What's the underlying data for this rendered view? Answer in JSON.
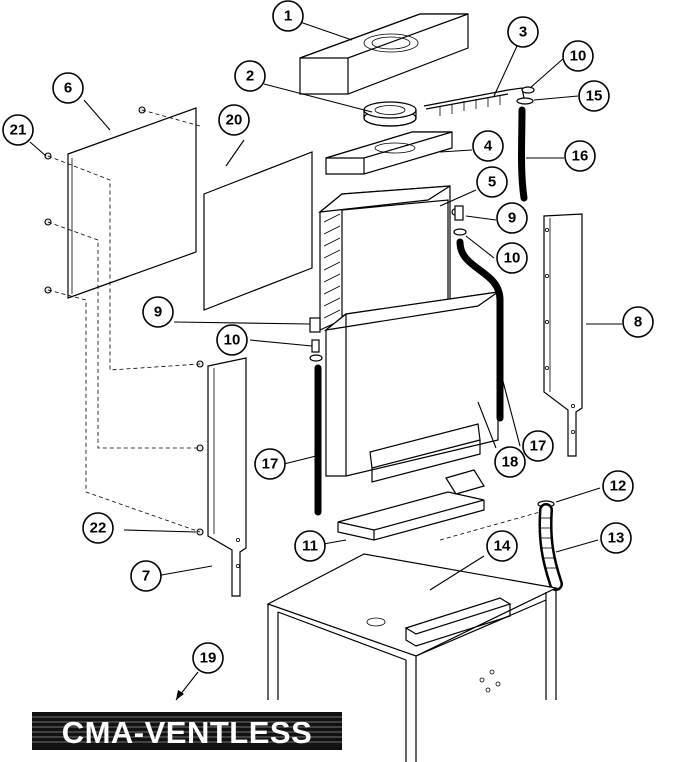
{
  "diagram": {
    "callouts": [
      {
        "id": "c1",
        "label": "1"
      },
      {
        "id": "c2",
        "label": "2"
      },
      {
        "id": "c3",
        "label": "3"
      },
      {
        "id": "c4",
        "label": "4"
      },
      {
        "id": "c5",
        "label": "5"
      },
      {
        "id": "c6",
        "label": "6"
      },
      {
        "id": "c7",
        "label": "7"
      },
      {
        "id": "c8",
        "label": "8"
      },
      {
        "id": "c9a",
        "label": "9"
      },
      {
        "id": "c9b",
        "label": "9"
      },
      {
        "id": "c10a",
        "label": "10"
      },
      {
        "id": "c10b",
        "label": "10"
      },
      {
        "id": "c10c",
        "label": "10"
      },
      {
        "id": "c11",
        "label": "11"
      },
      {
        "id": "c12",
        "label": "12"
      },
      {
        "id": "c13",
        "label": "13"
      },
      {
        "id": "c14",
        "label": "14"
      },
      {
        "id": "c15",
        "label": "15"
      },
      {
        "id": "c16",
        "label": "16"
      },
      {
        "id": "c17a",
        "label": "17"
      },
      {
        "id": "c17b",
        "label": "17"
      },
      {
        "id": "c18",
        "label": "18"
      },
      {
        "id": "c19",
        "label": "19"
      },
      {
        "id": "c20",
        "label": "20"
      },
      {
        "id": "c21",
        "label": "21"
      },
      {
        "id": "c22",
        "label": "22"
      }
    ],
    "brand_logo_text": "CMA-VENTLESS"
  }
}
